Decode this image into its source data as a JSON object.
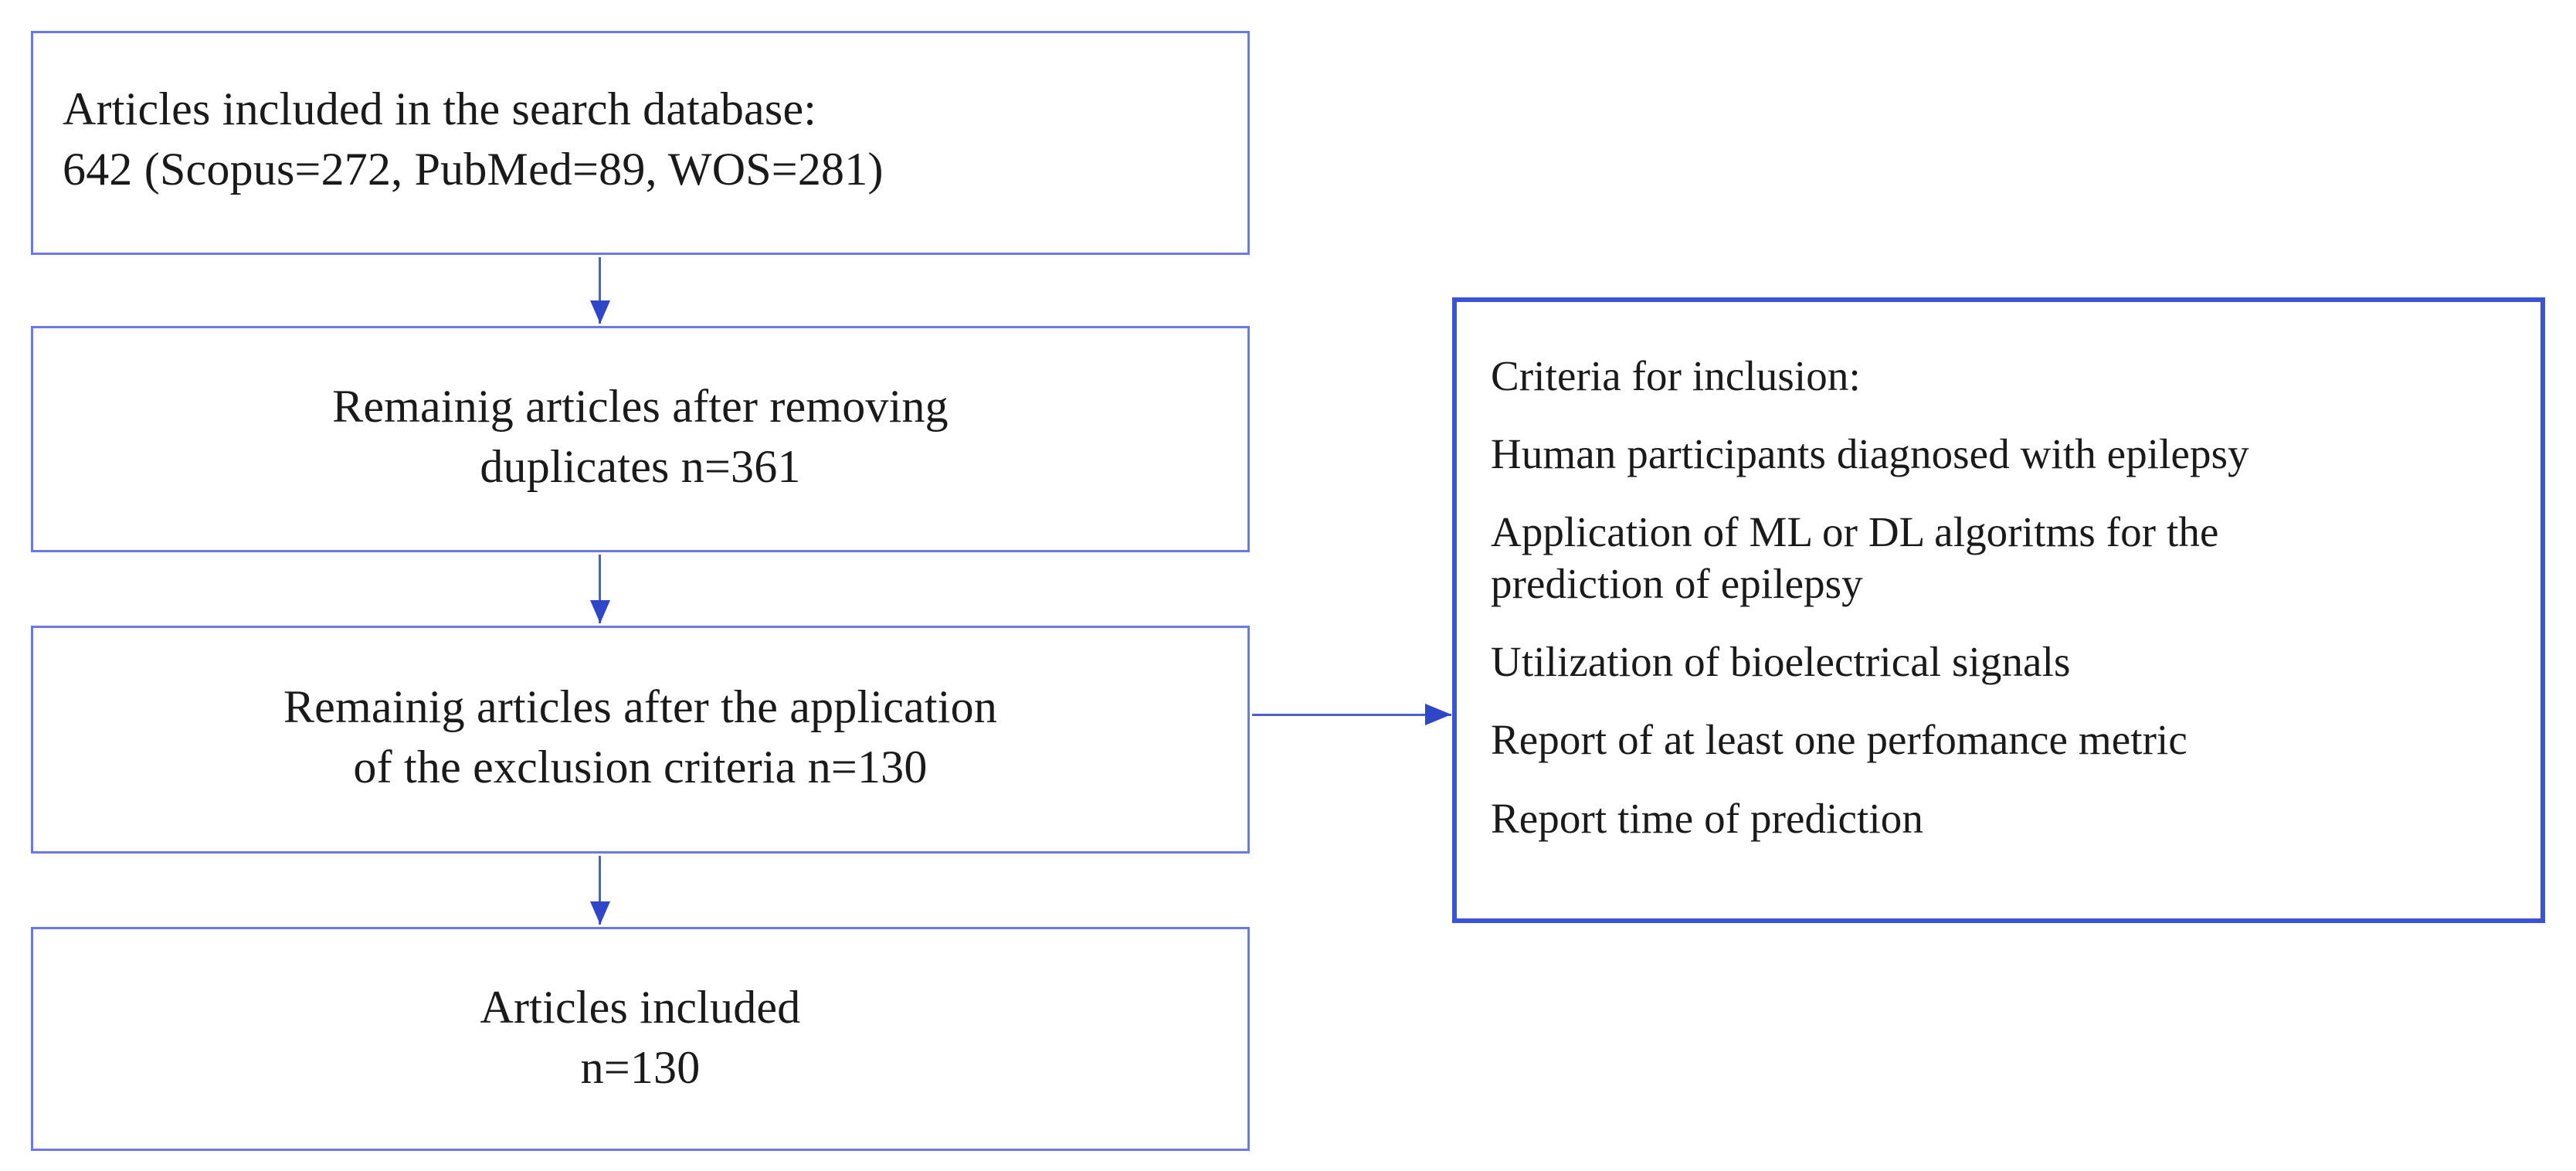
{
  "diagram": {
    "title": "PRISMA article selection flow",
    "colors": {
      "box_border": "#6b78e8",
      "criteria_border": "#3b54d6",
      "arrow": "#4a5fd4",
      "arrow_head": "#2f46c9",
      "text": "#1a1a1a",
      "background": "#ffffff"
    },
    "flow_boxes": [
      {
        "id": "search-database",
        "align": "left",
        "lines": [
          "Articles included in the search database:",
          "642 (Scopus=272, PubMed=89, WOS=281)"
        ]
      },
      {
        "id": "after-duplicates",
        "align": "center",
        "lines": [
          "Remainig articles after removing",
          "duplicates n=361"
        ]
      },
      {
        "id": "after-exclusion",
        "align": "center",
        "lines": [
          "Remainig articles after the application",
          "of the exclusion criteria n=130"
        ]
      },
      {
        "id": "articles-included",
        "align": "center",
        "lines": [
          "Articles included",
          "n=130"
        ]
      }
    ],
    "criteria_panel": {
      "heading": "Criteria for inclusion:",
      "items": [
        "Human participants diagnosed with epilepsy",
        "Application of ML or DL algoritms for the\nprediction of epilepsy",
        "Utilization of bioelectrical signals",
        "Report of at least one perfomance metric",
        "Report time of prediction"
      ]
    },
    "connectors": [
      {
        "id": "arrow-1-2",
        "direction": "down",
        "from": "search-database",
        "to": "after-duplicates"
      },
      {
        "id": "arrow-2-3",
        "direction": "down",
        "from": "after-duplicates",
        "to": "after-exclusion"
      },
      {
        "id": "arrow-3-4",
        "direction": "down",
        "from": "after-exclusion",
        "to": "articles-included"
      },
      {
        "id": "arrow-3-criteria",
        "direction": "right",
        "from": "after-exclusion",
        "to": "criteria-panel"
      }
    ],
    "counts": {
      "total_records": 642,
      "scopus": 272,
      "pubmed": 89,
      "wos": 281,
      "after_duplicates": 361,
      "after_exclusion": 130,
      "included": 130
    }
  }
}
